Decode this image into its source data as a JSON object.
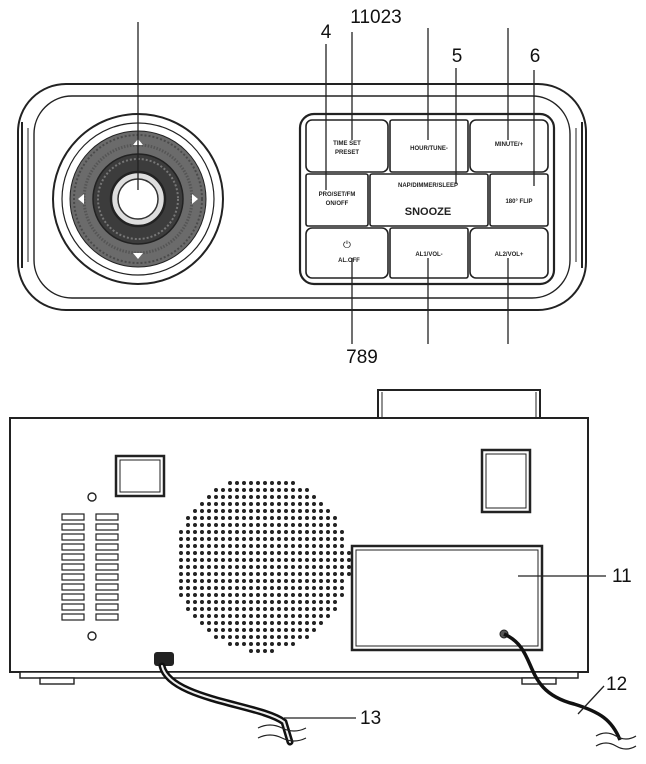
{
  "callouts": {
    "top": [
      "11023",
      "4",
      "5",
      "6"
    ],
    "bottom_front": "789",
    "back": [
      "11",
      "12",
      "13"
    ]
  },
  "buttons": {
    "time_set_preset": [
      "TIME SET",
      "PRESET"
    ],
    "hour_tune": "HOUR/TUNE-",
    "minute": "MINUTE/+",
    "program": [
      "PRO/SET/FM",
      "ON/OFF"
    ],
    "nap": "NAP/DIMMER/SLEEP",
    "snooze": "SNOOZE",
    "flip": "180° FLIP",
    "power_symbol": "⏻",
    "al_off": "AL.OFF",
    "al1": "AL1/VOL-",
    "al2": "AL2/VOL+"
  },
  "icons": [
    "power-icon",
    "projector-lens-icon",
    "speaker-grille-icon",
    "power-cord-icon"
  ]
}
